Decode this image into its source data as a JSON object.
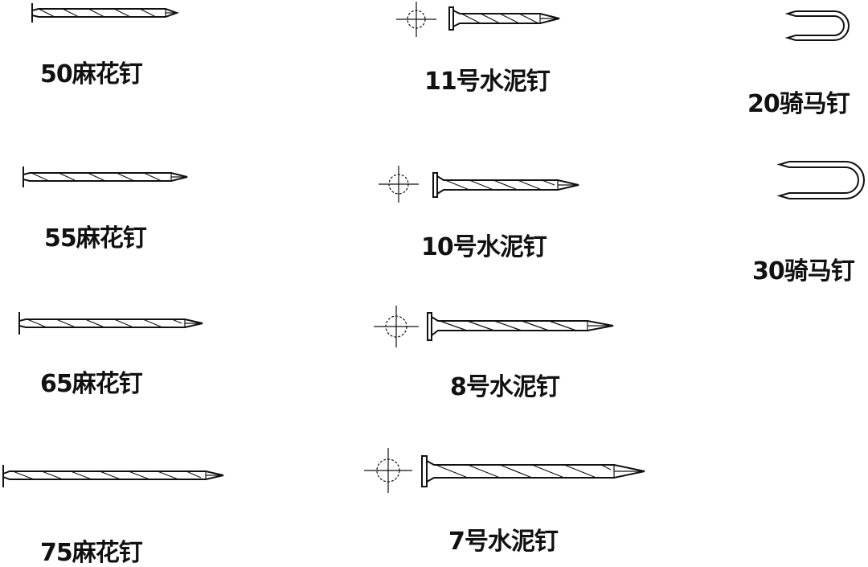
{
  "diagram": {
    "colors": {
      "stroke": "#111111",
      "background": "#ffffff"
    },
    "twisted_nails": [
      {
        "label": "50麻花钉",
        "size": "50",
        "type": "麻花钉"
      },
      {
        "label": "55麻花钉",
        "size": "55",
        "type": "麻花钉"
      },
      {
        "label": "65麻花钉",
        "size": "65",
        "type": "麻花钉"
      },
      {
        "label": "75麻花钉",
        "size": "75",
        "type": "麻花钉"
      }
    ],
    "cement_nails": [
      {
        "label": "11号水泥钉",
        "size": "11号",
        "type": "水泥钉"
      },
      {
        "label": "10号水泥钉",
        "size": "10号",
        "type": "水泥钉"
      },
      {
        "label": "8号水泥钉",
        "size": "8号",
        "type": "水泥钉"
      },
      {
        "label": "7号水泥钉",
        "size": "7号",
        "type": "水泥钉"
      }
    ],
    "u_nails": [
      {
        "label": "20骑马钉",
        "size": "20",
        "type": "骑马钉"
      },
      {
        "label": "30骑马钉",
        "size": "30",
        "type": "骑马钉"
      }
    ]
  }
}
